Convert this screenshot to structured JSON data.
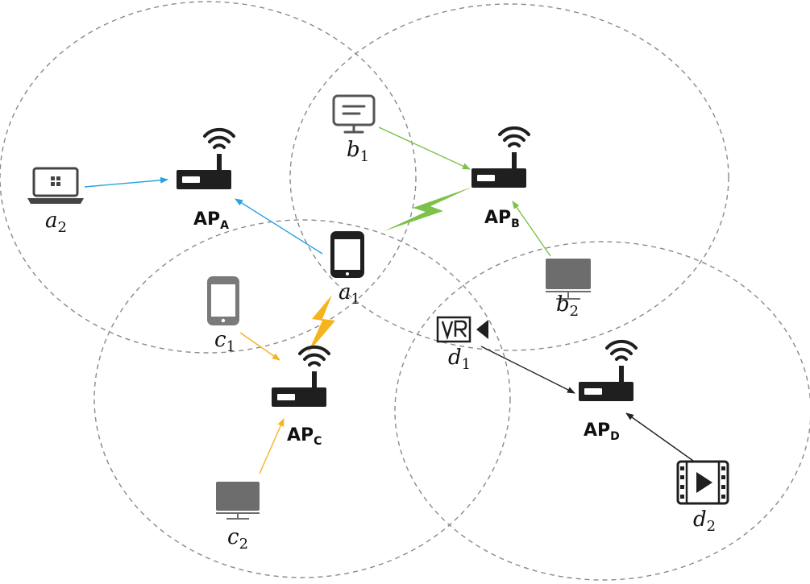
{
  "access_points": [
    {
      "id": "A",
      "base": "AP",
      "sub": "A"
    },
    {
      "id": "B",
      "base": "AP",
      "sub": "B"
    },
    {
      "id": "C",
      "base": "AP",
      "sub": "C"
    },
    {
      "id": "D",
      "base": "AP",
      "sub": "D"
    }
  ],
  "devices": [
    {
      "id": "a1",
      "base": "a",
      "sub": "1",
      "icon": "smartphone-icon"
    },
    {
      "id": "a2",
      "base": "a",
      "sub": "2",
      "icon": "laptop-icon"
    },
    {
      "id": "b1",
      "base": "b",
      "sub": "1",
      "icon": "monitor-icon"
    },
    {
      "id": "b2",
      "base": "b",
      "sub": "2",
      "icon": "desktop-icon"
    },
    {
      "id": "c1",
      "base": "c",
      "sub": "1",
      "icon": "smartphone-icon"
    },
    {
      "id": "c2",
      "base": "c",
      "sub": "2",
      "icon": "desktop-icon"
    },
    {
      "id": "d1",
      "base": "d",
      "sub": "1",
      "icon": "vr-headset-icon"
    },
    {
      "id": "d2",
      "base": "d",
      "sub": "2",
      "icon": "video-player-icon"
    }
  ],
  "links": [
    {
      "from": "a2",
      "to": "A",
      "color": "#29a3dd"
    },
    {
      "from": "a1",
      "to": "A",
      "color": "#29a3dd"
    },
    {
      "from": "b1",
      "to": "B",
      "color": "#7cc24a"
    },
    {
      "from": "b2",
      "to": "B",
      "color": "#7cc24a"
    },
    {
      "from": "c1",
      "to": "C",
      "color": "#f5b41c"
    },
    {
      "from": "c2",
      "to": "C",
      "color": "#f5b41c"
    },
    {
      "from": "d1",
      "to": "D",
      "color": "#222222"
    },
    {
      "from": "d2",
      "to": "D",
      "color": "#222222"
    }
  ],
  "interference": [
    {
      "between": [
        "a1",
        "B"
      ],
      "color": "#7cc24a",
      "icon": "lightning-bolt-icon"
    },
    {
      "between": [
        "a1",
        "C"
      ],
      "color": "#f5b41c",
      "icon": "lightning-bolt-icon"
    }
  ],
  "colors": {
    "range_circle": "#8a8a8a",
    "ap_body": "#1f1f1f",
    "device_dark": "#1f1f1f",
    "device_gray": "#6d6d6d"
  }
}
